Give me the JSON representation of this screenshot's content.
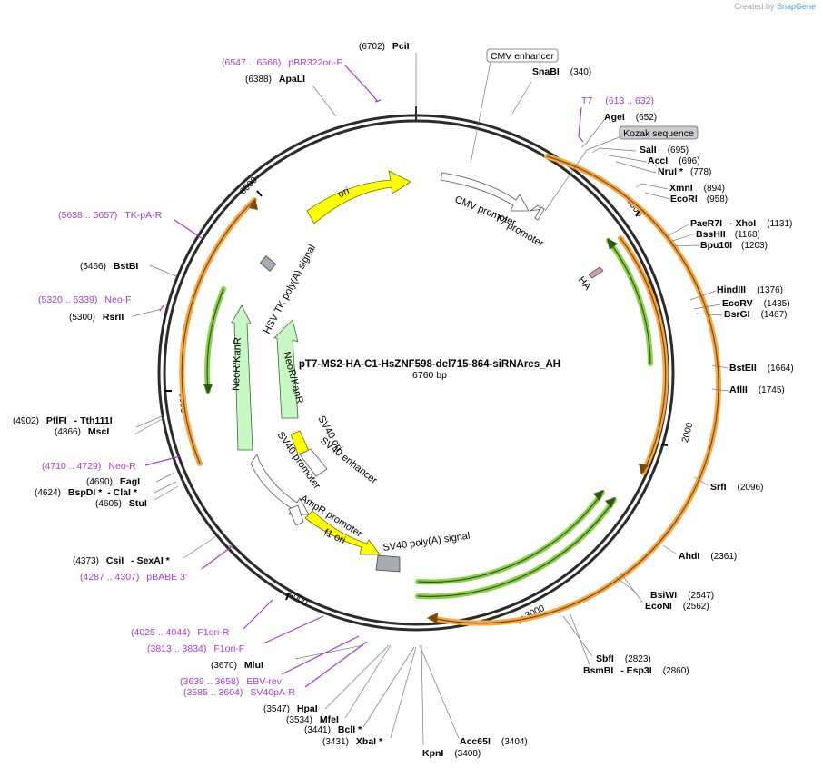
{
  "credit": {
    "prefix": "Created by",
    "brand": "SnapGene"
  },
  "plasmid": {
    "name": "pT7-MS2-HA-C1-HsZNF598-del715-864-siRNAres_AH",
    "length_label": "6760 bp",
    "length": 6760
  },
  "ticks": [
    "1000",
    "2000",
    "3000",
    "4000",
    "5000",
    "6000"
  ],
  "boxed_labels": {
    "cmv_enhancer": "CMV enhancer",
    "kozak": "Kozak sequence"
  },
  "sites": [
    {
      "name": "PciI",
      "pos": "(6702)"
    },
    {
      "name": "SnaBI",
      "pos": "(340)"
    },
    {
      "name": "ApaLI",
      "pos": "(6388)"
    },
    {
      "name": "AgeI",
      "pos": "(652)"
    },
    {
      "name": "SalI",
      "pos": "(695)"
    },
    {
      "name": "AccI",
      "pos": "(696)"
    },
    {
      "name": "NruI *",
      "pos": "(778)"
    },
    {
      "name": "XmnI",
      "pos": "(894)"
    },
    {
      "name": "EcoRI",
      "pos": "(958)"
    },
    {
      "name": "PaeR7I",
      "pos": ""
    },
    {
      "name": "- XhoI",
      "pos": "(1131)"
    },
    {
      "name": "BssHII",
      "pos": "(1168)"
    },
    {
      "name": "Bpu10I",
      "pos": "(1203)"
    },
    {
      "name": "HindIII",
      "pos": "(1376)"
    },
    {
      "name": "EcoRV",
      "pos": "(1435)"
    },
    {
      "name": "BsrGI",
      "pos": "(1467)"
    },
    {
      "name": "BstEII",
      "pos": "(1664)"
    },
    {
      "name": "AflII",
      "pos": "(1745)"
    },
    {
      "name": "SrfI",
      "pos": "(2096)"
    },
    {
      "name": "AhdI",
      "pos": "(2361)"
    },
    {
      "name": "BsiWI",
      "pos": "(2547)"
    },
    {
      "name": "EcoNI",
      "pos": "(2562)"
    },
    {
      "name": "SbfI",
      "pos": "(2823)"
    },
    {
      "name": "BsmBI",
      "pos": ""
    },
    {
      "name": "- Esp3I",
      "pos": "(2860)"
    },
    {
      "name": "Acc65I",
      "pos": "(3404)"
    },
    {
      "name": "KpnI",
      "pos": "(3408)"
    },
    {
      "name": "XbaI *",
      "pos": "(3431)"
    },
    {
      "name": "BclI *",
      "pos": "(3441)"
    },
    {
      "name": "MfeI",
      "pos": "(3534)"
    },
    {
      "name": "HpaI",
      "pos": "(3547)"
    },
    {
      "name": "MluI",
      "pos": "(3670)"
    },
    {
      "name": "CsiI",
      "pos": "(4373)"
    },
    {
      "name": "- SexAI *",
      "pos": ""
    },
    {
      "name": "StuI",
      "pos": "(4605)"
    },
    {
      "name": "BspDI *",
      "pos": "(4624)"
    },
    {
      "name": "- ClaI *",
      "pos": ""
    },
    {
      "name": "EagI",
      "pos": "(4690)"
    },
    {
      "name": "MscI",
      "pos": "(4866)"
    },
    {
      "name": "PflFI",
      "pos": "(4902)"
    },
    {
      "name": "- Tth111I",
      "pos": ""
    },
    {
      "name": "RsrII",
      "pos": "(5300)"
    },
    {
      "name": "BstBI",
      "pos": "(5466)"
    }
  ],
  "primers": [
    {
      "name": "pBR322ori-F",
      "range": "(6547 .. 6566)"
    },
    {
      "name": "T7",
      "range": "(613 .. 632)"
    },
    {
      "name": "TK-pA-R",
      "range": "(5638 .. 5657)"
    },
    {
      "name": "Neo-F",
      "range": "(5320 .. 5339)"
    },
    {
      "name": "Neo-R",
      "range": "(4710 .. 4729)"
    },
    {
      "name": "pBABE 3'",
      "range": "(4287 .. 4307)"
    },
    {
      "name": "F1ori-R",
      "range": "(4025 .. 4044)"
    },
    {
      "name": "F1ori-F",
      "range": "(3813 .. 3834)"
    },
    {
      "name": "EBV-rev",
      "range": "(3639 .. 3658)"
    },
    {
      "name": "SV40pA-R",
      "range": "(3585 .. 3604)"
    }
  ],
  "features": {
    "ori": "ori",
    "cmv_promoter": "CMV promoter",
    "t7_promoter": "T7 promoter",
    "ha": "HA",
    "hsv_tk": "HSV TK poly(A) signal",
    "neokan_outer": "NeoR/KanR",
    "neokan_inner": "NeoR/KanR",
    "sv40_ori": "SV40 ori",
    "sv40_enh": "SV40 enhancer",
    "sv40_prom": "SV40 promoter",
    "ampr_prom": "AmpR promoter",
    "f1ori": "f1 ori",
    "sv40_polya": "SV40 poly(A) signal"
  },
  "colors": {
    "backbone": "#2b2b2b",
    "orf_orange": "#f7a643",
    "orf_green": "#8bd04a",
    "primer": "#a53ad6",
    "ori_yellow": "#ffff00",
    "neo_green": "#c8f8c4",
    "grey_feature": "#a6acb3",
    "ha_pink": "#d59ab0"
  }
}
